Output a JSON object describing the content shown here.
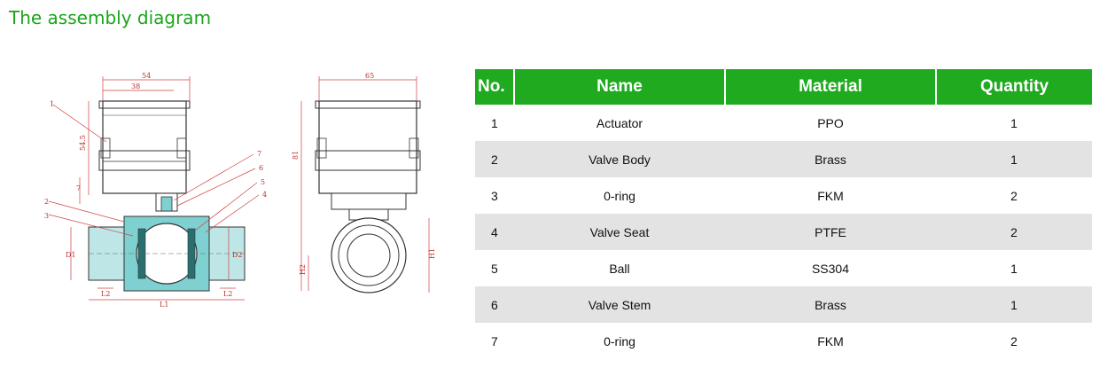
{
  "heading": "The assembly diagram",
  "drawing": {
    "callouts": [
      "1",
      "2",
      "3",
      "7",
      "6",
      "5",
      "4"
    ],
    "dims_left": {
      "top_outer": "54",
      "top_inner": "38",
      "height_actuator": "54.5",
      "small": "7",
      "d1": "D1",
      "d2": "D2",
      "l2_left": "L2",
      "l2_right": "L2",
      "l1": "L1"
    },
    "dims_right": {
      "width": "65",
      "height": "81",
      "h1": "H1",
      "h2": "H2"
    }
  },
  "table": {
    "headers": {
      "no": "No.",
      "name": "Name",
      "material": "Material",
      "quantity": "Quantity"
    },
    "rows": [
      {
        "no": "1",
        "name": "Actuator",
        "material": "PPO",
        "quantity": "1"
      },
      {
        "no": "2",
        "name": "Valve Body",
        "material": "Brass",
        "quantity": "1"
      },
      {
        "no": "3",
        "name": "0-ring",
        "material": "FKM",
        "quantity": "2"
      },
      {
        "no": "4",
        "name": "Valve Seat",
        "material": "PTFE",
        "quantity": "2"
      },
      {
        "no": "5",
        "name": "Ball",
        "material": "SS304",
        "quantity": "1"
      },
      {
        "no": "6",
        "name": "Valve Stem",
        "material": "Brass",
        "quantity": "1"
      },
      {
        "no": "7",
        "name": "0-ring",
        "material": "FKM",
        "quantity": "2"
      }
    ]
  },
  "colors": {
    "accent": "#1aa51a",
    "header_bg": "#1faa1f",
    "row_alt": "#e3e3e3",
    "dimension_lines": "#d04040",
    "section_fill": "#7fd0d0"
  }
}
